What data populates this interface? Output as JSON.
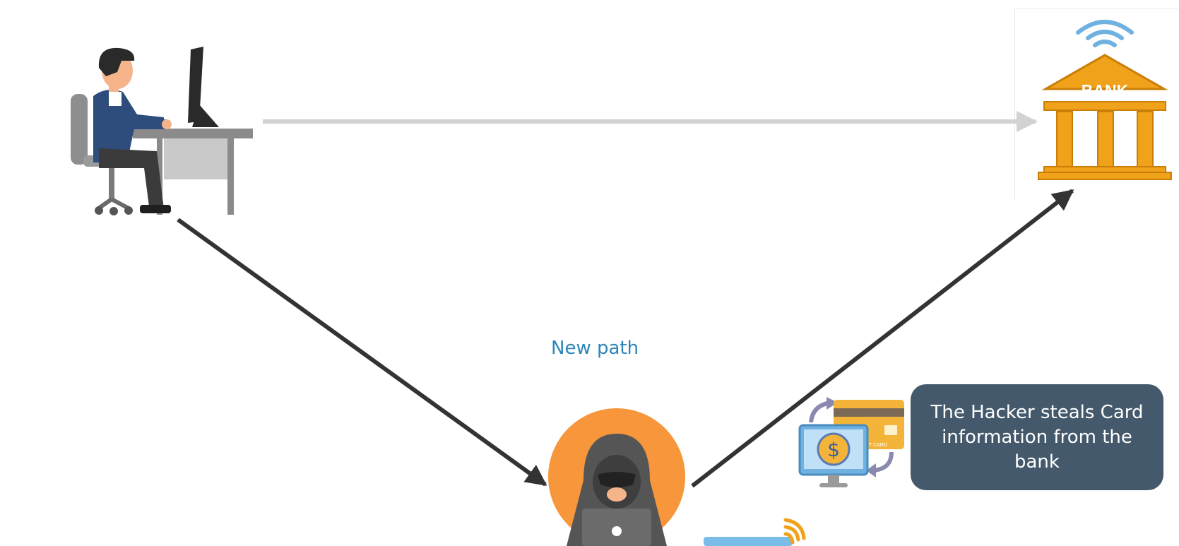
{
  "diagram": {
    "path_label": "New path",
    "info_box_text": "The Hacker steals Card information from the bank",
    "bank_sign": "BANK",
    "card_bottom_text": "CREDIT CARD"
  },
  "colors": {
    "arrow_direct": "#d2d2d2",
    "arrow_new_path": "#333333",
    "label_blue": "#2b86b8",
    "info_box": "#44596b",
    "bank_gold": "#f0a21a",
    "bank_gold_dark": "#c97e06",
    "hacker_circle": "#f7963a",
    "wifi_blue": "#6fb1e0",
    "user_shirt": "#2e4d7c",
    "card_gold": "#f4b43a"
  },
  "icons": {
    "user": "person-at-desk-icon",
    "bank": "bank-building-icon",
    "hacker": "hooded-hacker-icon",
    "card_theft": "stolen-card-icon",
    "wifi": "wifi-icon"
  }
}
